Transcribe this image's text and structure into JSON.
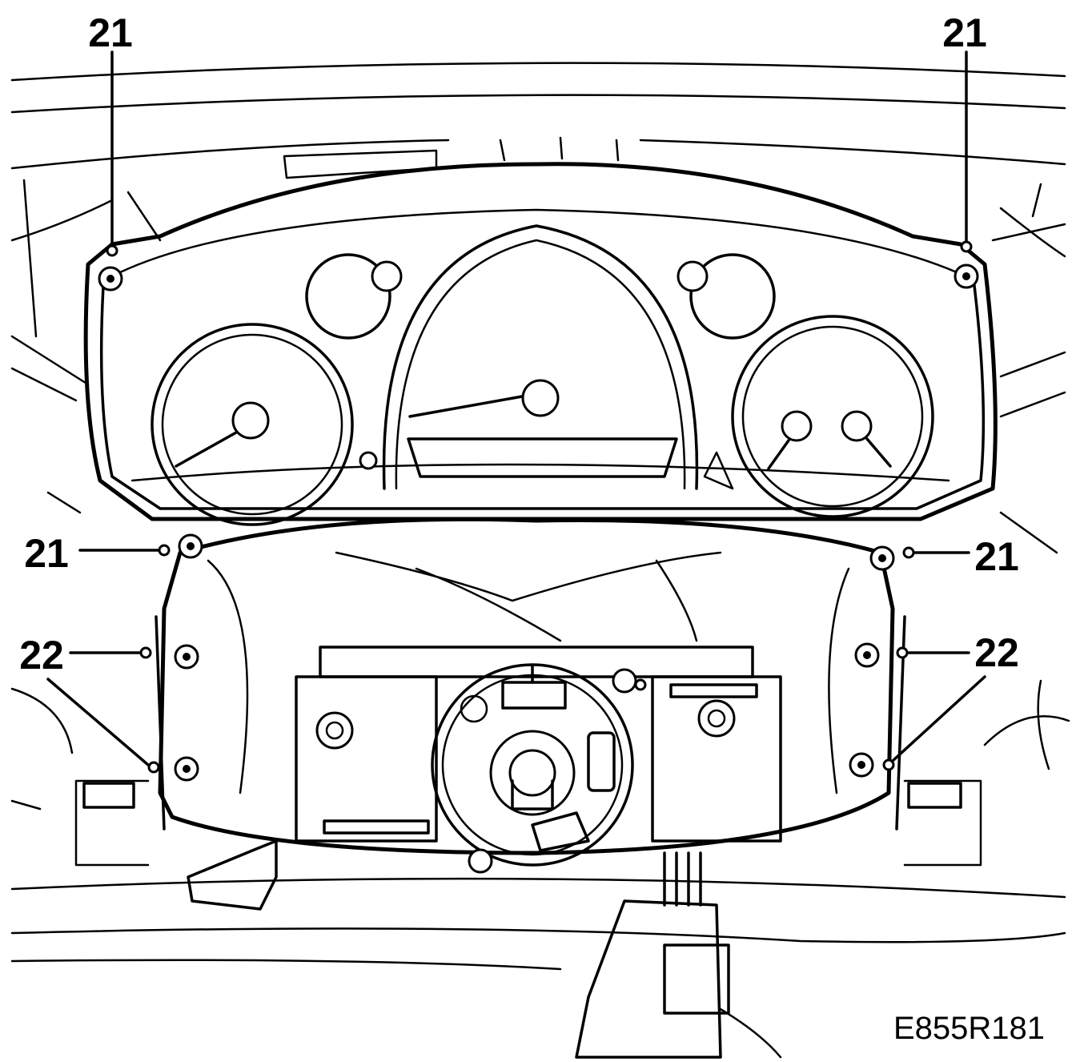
{
  "figure_id": "E855R181",
  "callouts": {
    "top_left": "21",
    "top_right": "21",
    "mid_left": "21",
    "mid_right": "21",
    "low_left": "22",
    "low_right": "22"
  }
}
